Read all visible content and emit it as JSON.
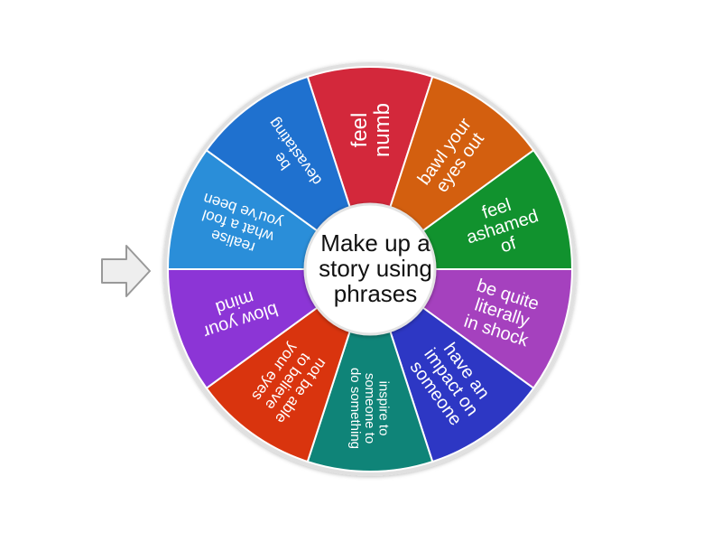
{
  "wheel": {
    "center_text": [
      "Make up a",
      "story using",
      "phrases"
    ],
    "segments": [
      {
        "lines": [
          "feel",
          "numb"
        ],
        "color": "#d3283b"
      },
      {
        "lines": [
          "bawl your",
          "eyes out"
        ],
        "color": "#d35f0f"
      },
      {
        "lines": [
          "feel",
          "ashamed",
          "of"
        ],
        "color": "#11922e"
      },
      {
        "lines": [
          "be quite",
          "literally",
          "in shock"
        ],
        "color": "#a541be"
      },
      {
        "lines": [
          "have an",
          "impact on",
          "someone"
        ],
        "color": "#2d37c4"
      },
      {
        "lines": [
          "inspire to",
          "someone to",
          "do something"
        ],
        "color": "#0f8478"
      },
      {
        "lines": [
          "not be able",
          "to believe",
          "your eyes"
        ],
        "color": "#d9340e"
      },
      {
        "lines": [
          "blow your",
          "mind"
        ],
        "color": "#8c35d6"
      },
      {
        "lines": [
          "realise",
          "what a fool",
          "you've been"
        ],
        "color": "#2a8ed9"
      },
      {
        "lines": [
          "be",
          "devastating"
        ],
        "color": "#1f71cf"
      }
    ],
    "rim_color": "#e0e0e0",
    "hub_color": "#ffffff"
  },
  "pointer": {
    "icon": "arrow-right-icon",
    "fill": "#eeeeee",
    "stroke": "#999999"
  }
}
